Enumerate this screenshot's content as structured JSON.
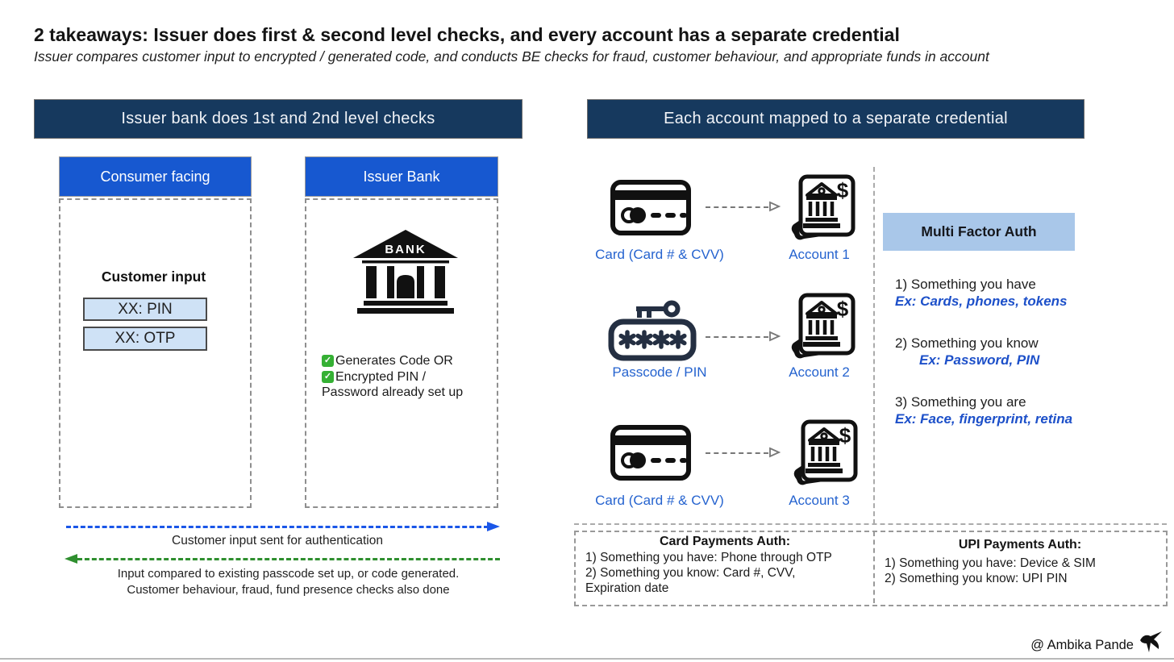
{
  "page": {
    "title": "2 takeaways: Issuer does first & second level checks, and every account has a separate credential",
    "subtitle": "Issuer compares customer input to encrypted / generated code, and conducts BE checks for fraud, customer behaviour, and appropriate funds in account",
    "credit": "@ Ambika Pande"
  },
  "colors": {
    "navy_header": "#16395E",
    "blue_header": "#1758D0",
    "light_blue_input": "#CFE2F6",
    "mfa_header_bg": "#A9C7E9",
    "label_blue": "#2563CF",
    "example_blue": "#1D50C9",
    "arrow_blue": "#1A56E8",
    "arrow_green": "#2F8F2F",
    "check_green": "#35B034"
  },
  "icons": {
    "bank": "bank-building-icon",
    "card": "credit-card-icon",
    "passcode": "passcode-key-icon",
    "account": "bank-account-dollar-icon",
    "check": "green-check-icon",
    "bird": "bird-icon"
  },
  "left_panel": {
    "header": "Issuer bank does 1st and 2nd level checks",
    "consumer": {
      "header": "Consumer facing",
      "section_title": "Customer input",
      "inputs": [
        "XX: PIN",
        "XX: OTP"
      ]
    },
    "issuer": {
      "header": "Issuer Bank",
      "bank_sign_text": "BANK",
      "checklist": [
        "Generates Code OR",
        "Encrypted PIN /",
        "Password already set up"
      ]
    },
    "arrows": {
      "to_issuer_label": "Customer input sent for authentication",
      "to_consumer_label_line1": "Input compared to existing passcode set up, or code generated.",
      "to_consumer_label_line2": "Customer behaviour, fraud, fund presence checks also done"
    }
  },
  "right_panel": {
    "header": "Each account mapped to a separate credential",
    "mappings": [
      {
        "credential": "Card (Card # & CVV)",
        "account": "Account 1",
        "currency_symbol": "$"
      },
      {
        "credential": "Passcode / PIN",
        "account": "Account 2",
        "currency_symbol": "$"
      },
      {
        "credential": "Card (Card # & CVV)",
        "account": "Account 3",
        "currency_symbol": "$"
      }
    ],
    "mfa": {
      "header": "Multi Factor Auth",
      "items": [
        {
          "label": "1) Something you have",
          "example": "Ex: Cards, phones, tokens"
        },
        {
          "label": "2) Something you know",
          "example": "Ex: Password, PIN"
        },
        {
          "label": "3) Something you are",
          "example": "Ex: Face, fingerprint, retina"
        }
      ]
    },
    "card_auth": {
      "title": "Card Payments Auth:",
      "lines": [
        "1) Something you have: Phone through OTP",
        "2) Something you know: Card #, CVV,",
        "Expiration date"
      ]
    },
    "upi_auth": {
      "title": "UPI Payments Auth:",
      "lines": [
        "1) Something you have: Device & SIM",
        "2) Something you know: UPI PIN"
      ]
    }
  }
}
